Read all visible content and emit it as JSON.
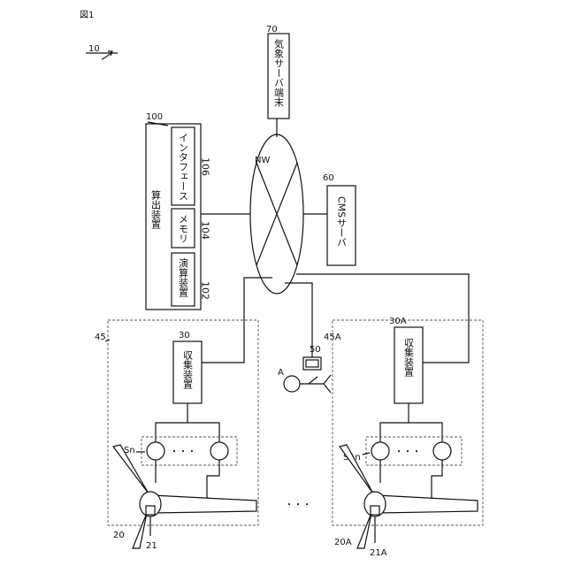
{
  "figure": {
    "label": "図1",
    "system_ref": "10"
  },
  "weather_terminal": {
    "ref": "70",
    "label": "気象サーバ端末"
  },
  "network": {
    "ref": "NW"
  },
  "cms_server": {
    "ref": "60",
    "label": "CMSサーバ"
  },
  "calc_device": {
    "ref": "100",
    "label": "算出装置",
    "processor": {
      "ref": "102",
      "label": "演算装置"
    },
    "memory": {
      "ref": "104",
      "label": "メモリ"
    },
    "interface": {
      "ref": "106",
      "label": "インタフェース"
    }
  },
  "site_a": {
    "ref": "45",
    "collector_ref": "30",
    "collector_label": "収集装置",
    "sensor_ref": "Sn",
    "turbine_ref": "20",
    "nacelle_ref": "21"
  },
  "site_b": {
    "ref": "45A",
    "collector_ref": "30A",
    "collector_label": "収集装置",
    "sensor_ref": "SAn",
    "turbine_ref": "20A",
    "nacelle_ref": "21A"
  },
  "operator": {
    "person_ref": "A",
    "terminal_ref": "50"
  },
  "ellipsis": "・・・",
  "vertical_ellipsis": "・・・"
}
